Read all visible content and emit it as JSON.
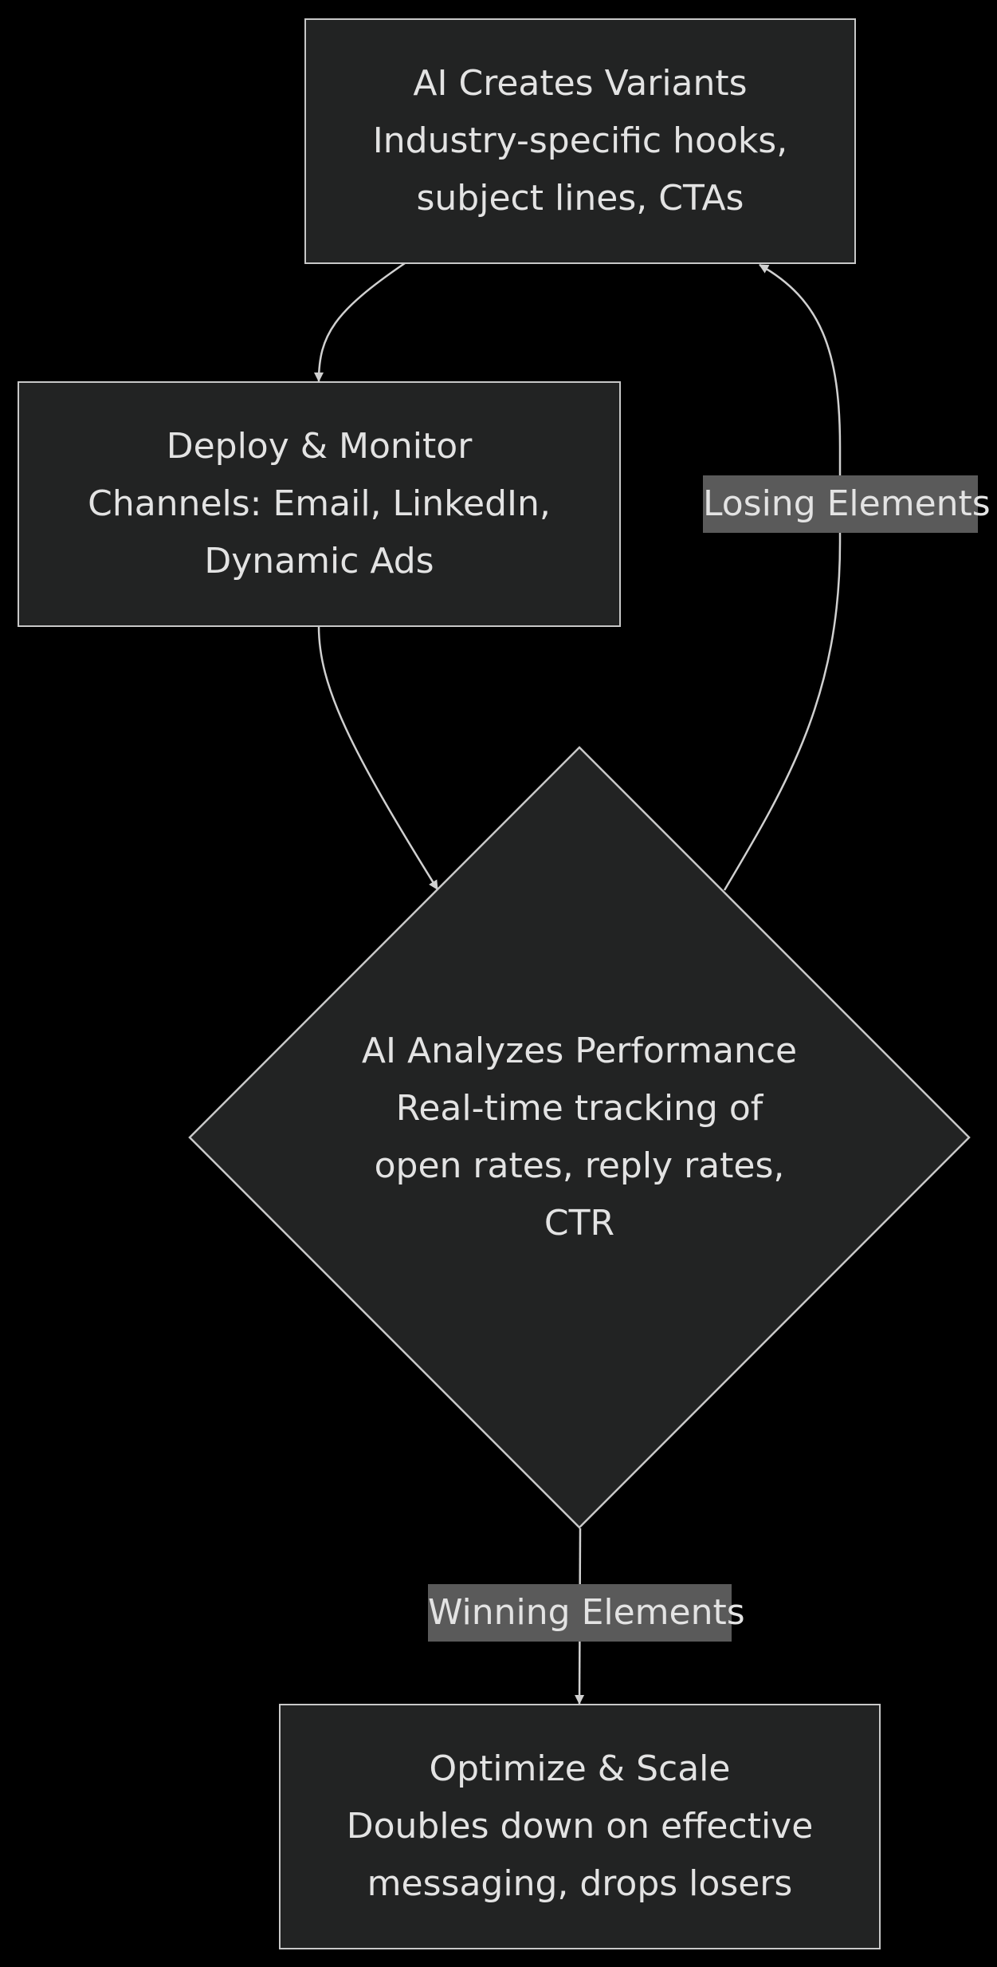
{
  "nodes": {
    "create": {
      "title": "AI Creates Variants",
      "line2": "Industry-specific hooks,",
      "line3": "subject lines, CTAs"
    },
    "deploy": {
      "title": "Deploy & Monitor",
      "line2": "Channels: Email, LinkedIn,",
      "line3": "Dynamic Ads"
    },
    "analyze": {
      "title": "AI Analyzes Performance",
      "line2": "Real-time tracking of",
      "line3": "open rates, reply rates,",
      "line4": "CTR"
    },
    "optimize": {
      "title": "Optimize & Scale",
      "line2": "Doubles down on effective",
      "line3": "messaging, drops losers"
    }
  },
  "edges": {
    "losing_label": "Losing Elements",
    "winning_label": "Winning Elements"
  },
  "colors": {
    "background": "#000000",
    "node_fill": "#222323",
    "node_stroke": "#c8c8c8",
    "text": "#e3e3e3",
    "label_fill": "#5a5a5a"
  }
}
